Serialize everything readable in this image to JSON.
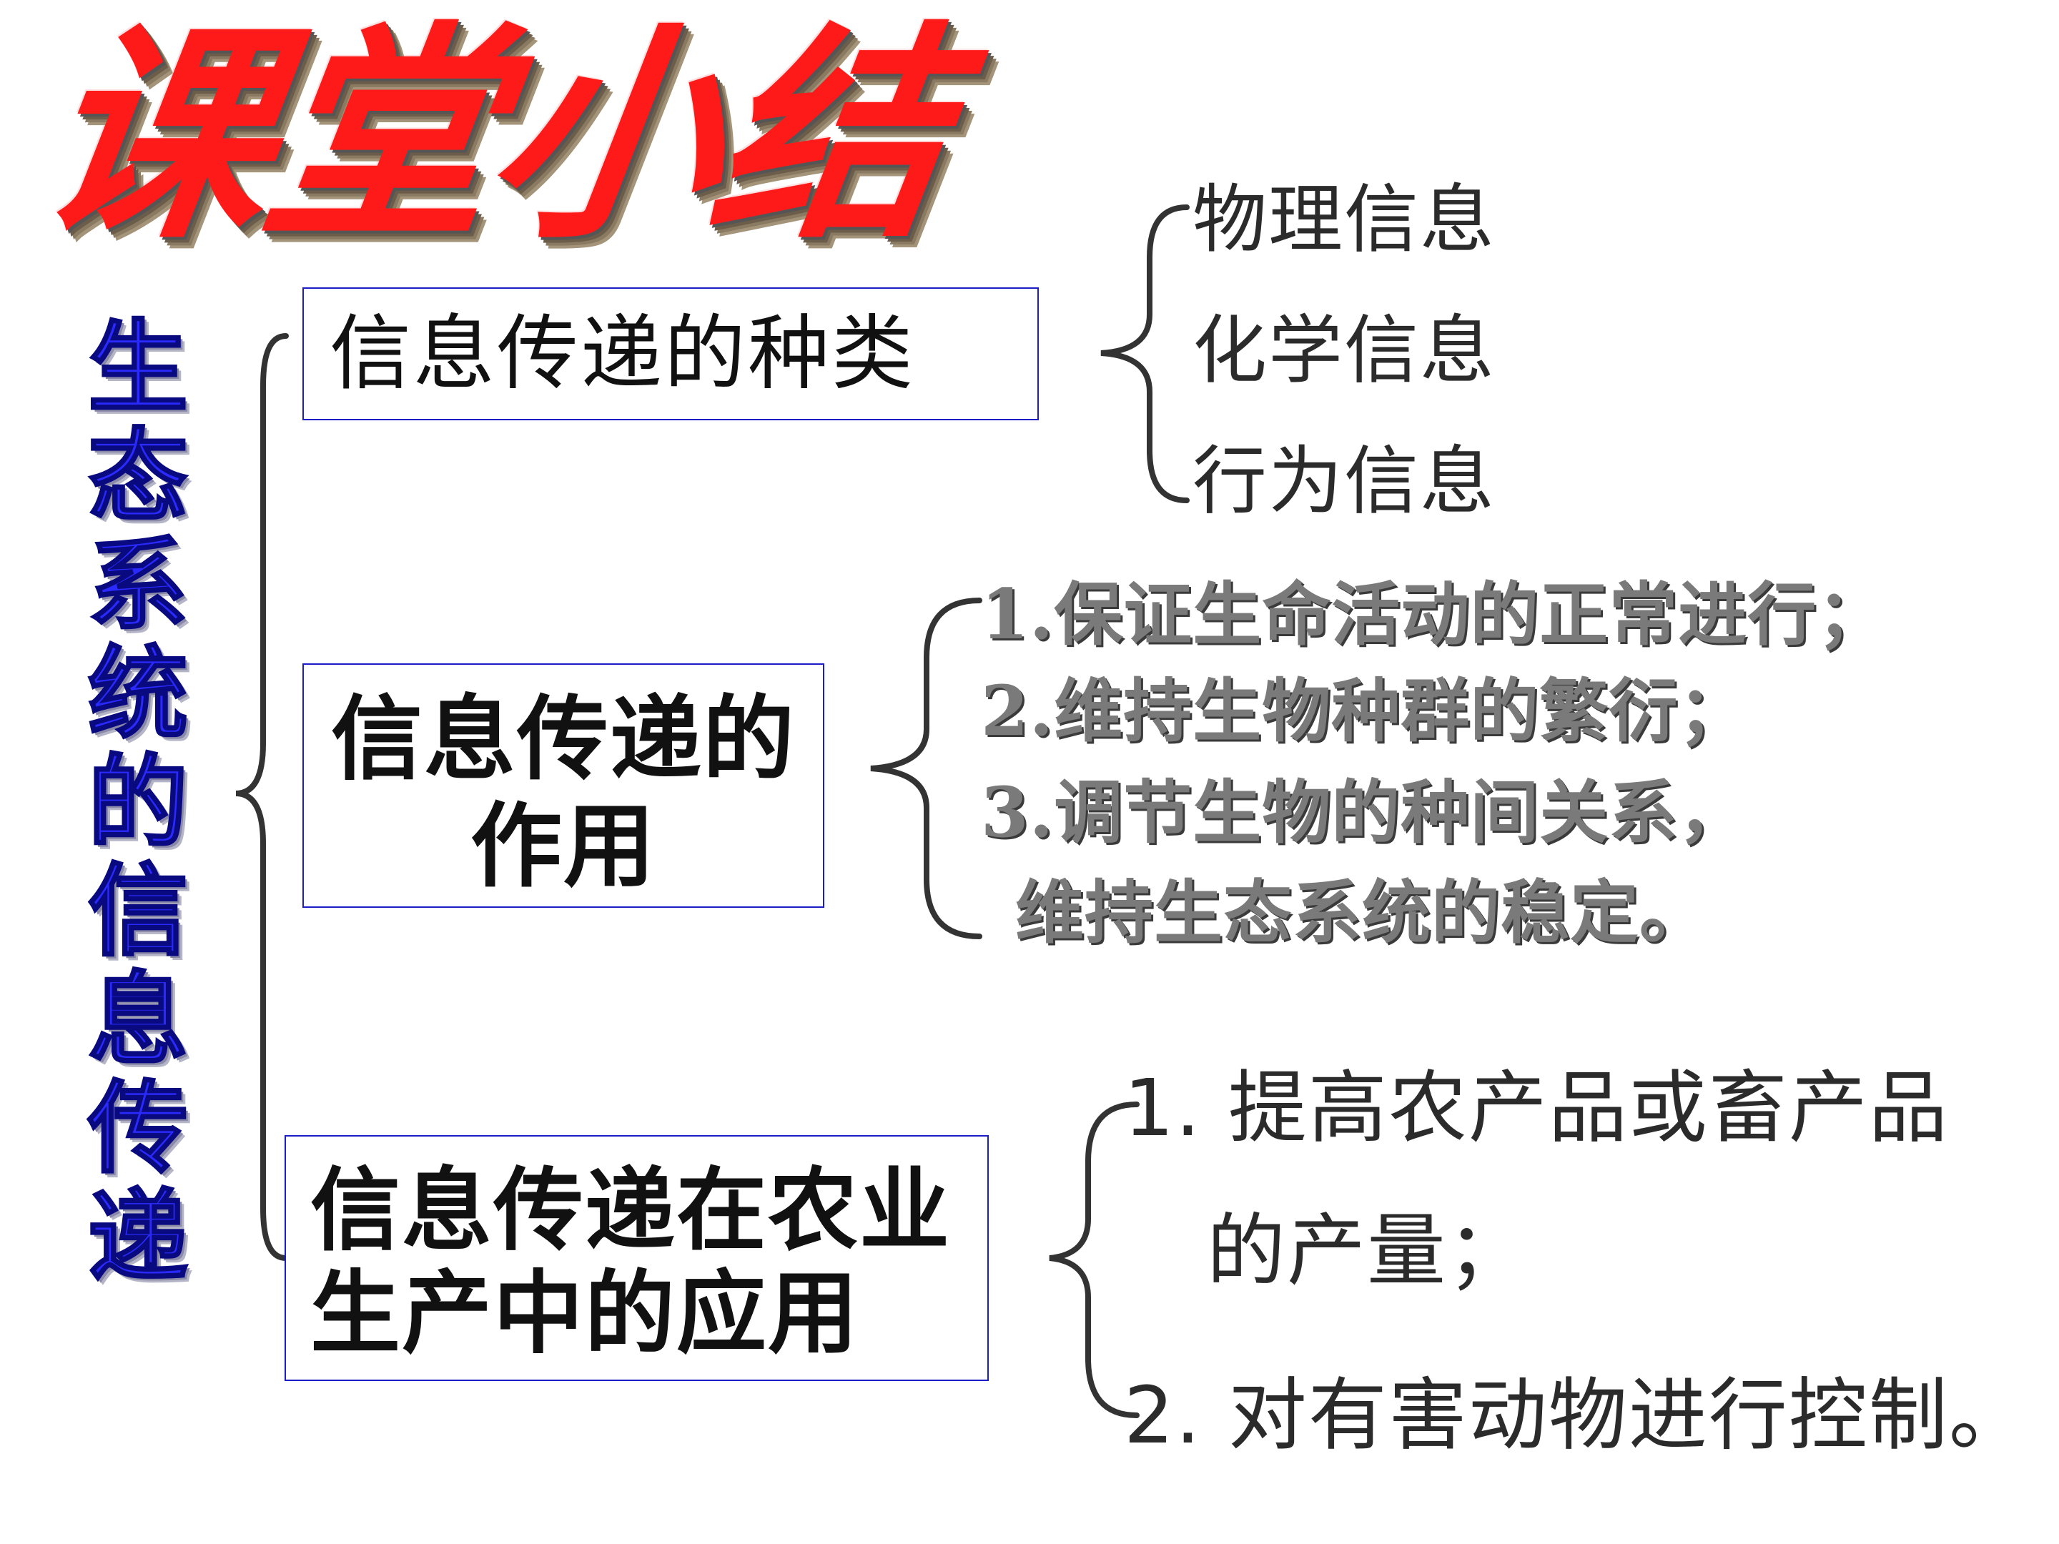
{
  "title": "课堂小结",
  "topic": "生态系统的信息传递",
  "branches": [
    {
      "label": "信息传递的种类",
      "items": [
        "物理信息",
        "化学信息",
        "行为信息"
      ]
    },
    {
      "label": "信息传递的作用",
      "items": [
        "1.保证生命活动的正常进行；",
        "2.维持生物种群的繁衍；",
        "3.调节生物的种间关系，",
        "维持生态系统的稳定。"
      ]
    },
    {
      "label": "信息传递在农业生产中的应用",
      "items": [
        "1. 提高农产品或畜产品",
        "的产量；",
        "2. 对有害动物进行控制。"
      ]
    }
  ],
  "colors": {
    "title": "#ff1a1a",
    "topic": "#2a2aff",
    "box_border": "#1c1cc8",
    "brace": "#333333"
  }
}
